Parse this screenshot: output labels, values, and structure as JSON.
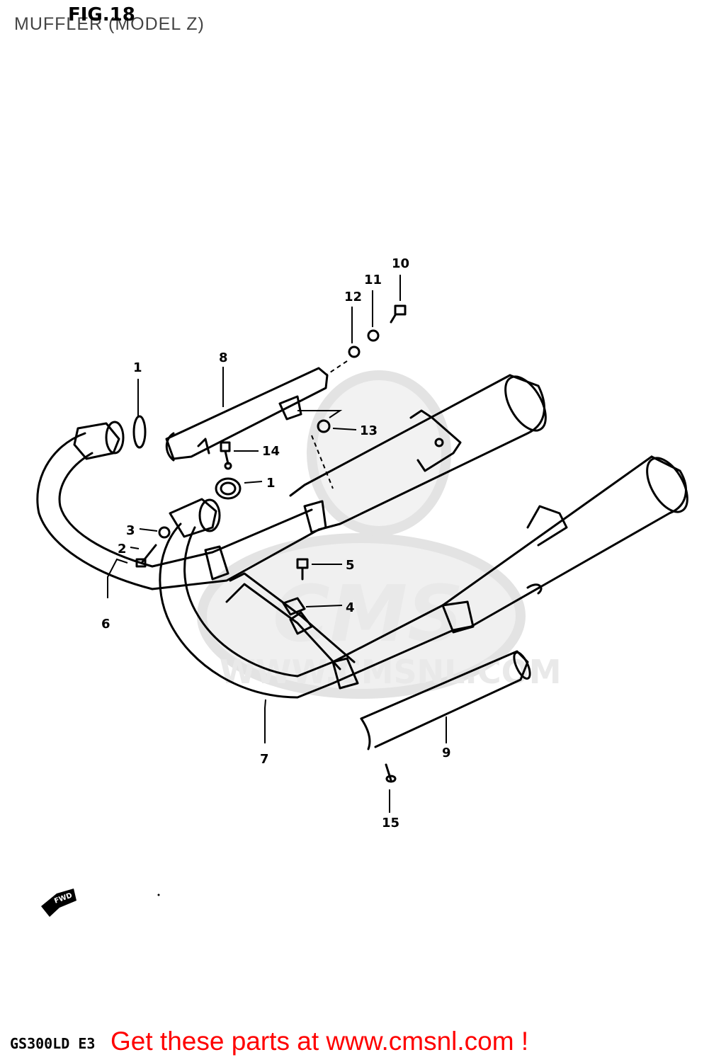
{
  "header": {
    "title": "MUFFLER (MODEL Z)",
    "figure": "FIG.18"
  },
  "watermark": {
    "brand": "CMS",
    "url": "WWW.CMSNL.COM"
  },
  "callouts": {
    "c1a": "1",
    "c1b": "1",
    "c2": "2",
    "c3": "3",
    "c4": "4",
    "c5": "5",
    "c6": "6",
    "c7": "7",
    "c8": "8",
    "c9": "9",
    "c10": "10",
    "c11": "11",
    "c12": "12",
    "c13": "13",
    "c14": "14",
    "c15": "15"
  },
  "direction_arrow": "FWD",
  "footer": {
    "model_code": "GS300LD E3",
    "link_text": "Get these parts at www.cmsnl.com !"
  },
  "colors": {
    "line": "#000000",
    "watermark": "#e6e6e6",
    "footer_link": "#ff0000",
    "title": "#444444"
  }
}
